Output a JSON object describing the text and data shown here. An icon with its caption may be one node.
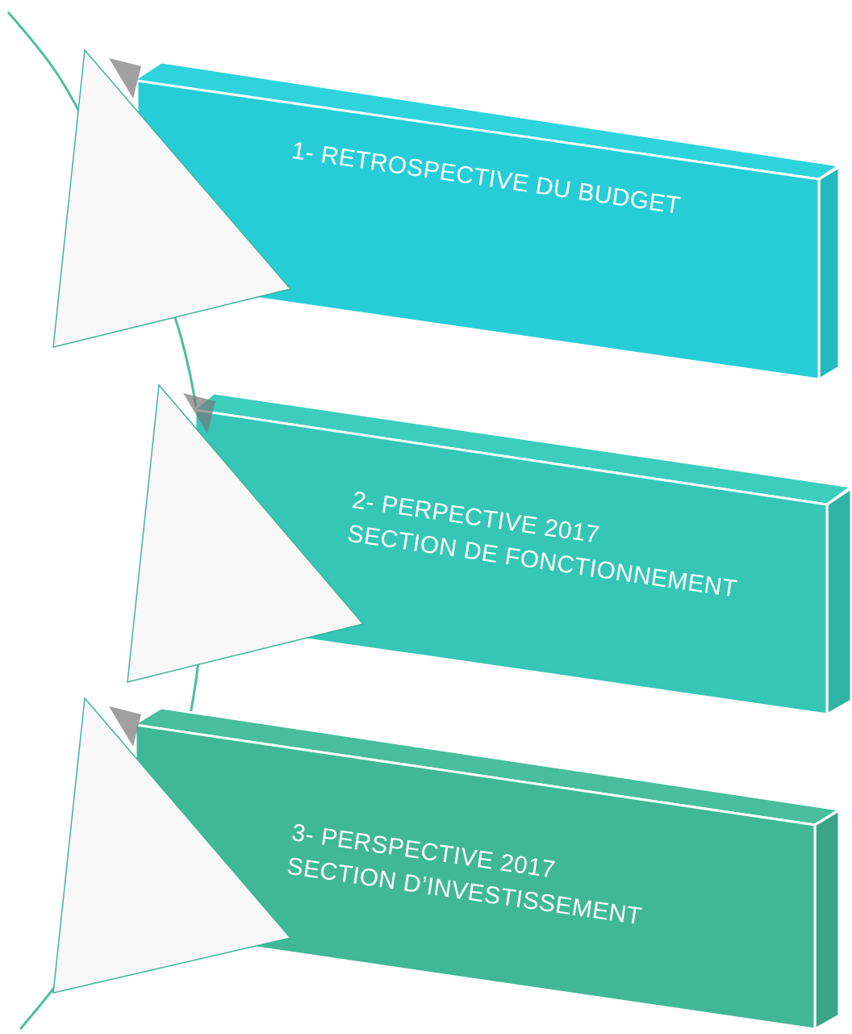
{
  "diagram": {
    "nodes": [
      {
        "text": [
          "1- RETROSPECTIVE DU BUDGET"
        ]
      },
      {
        "text": [
          "2- PERPECTIVE 2017",
          "SECTION DE FONCTIONNEMENT"
        ]
      },
      {
        "text": [
          "3- PERSPECTIVE 2017",
          "SECTION D’INVESTISSEMENT"
        ]
      }
    ]
  }
}
